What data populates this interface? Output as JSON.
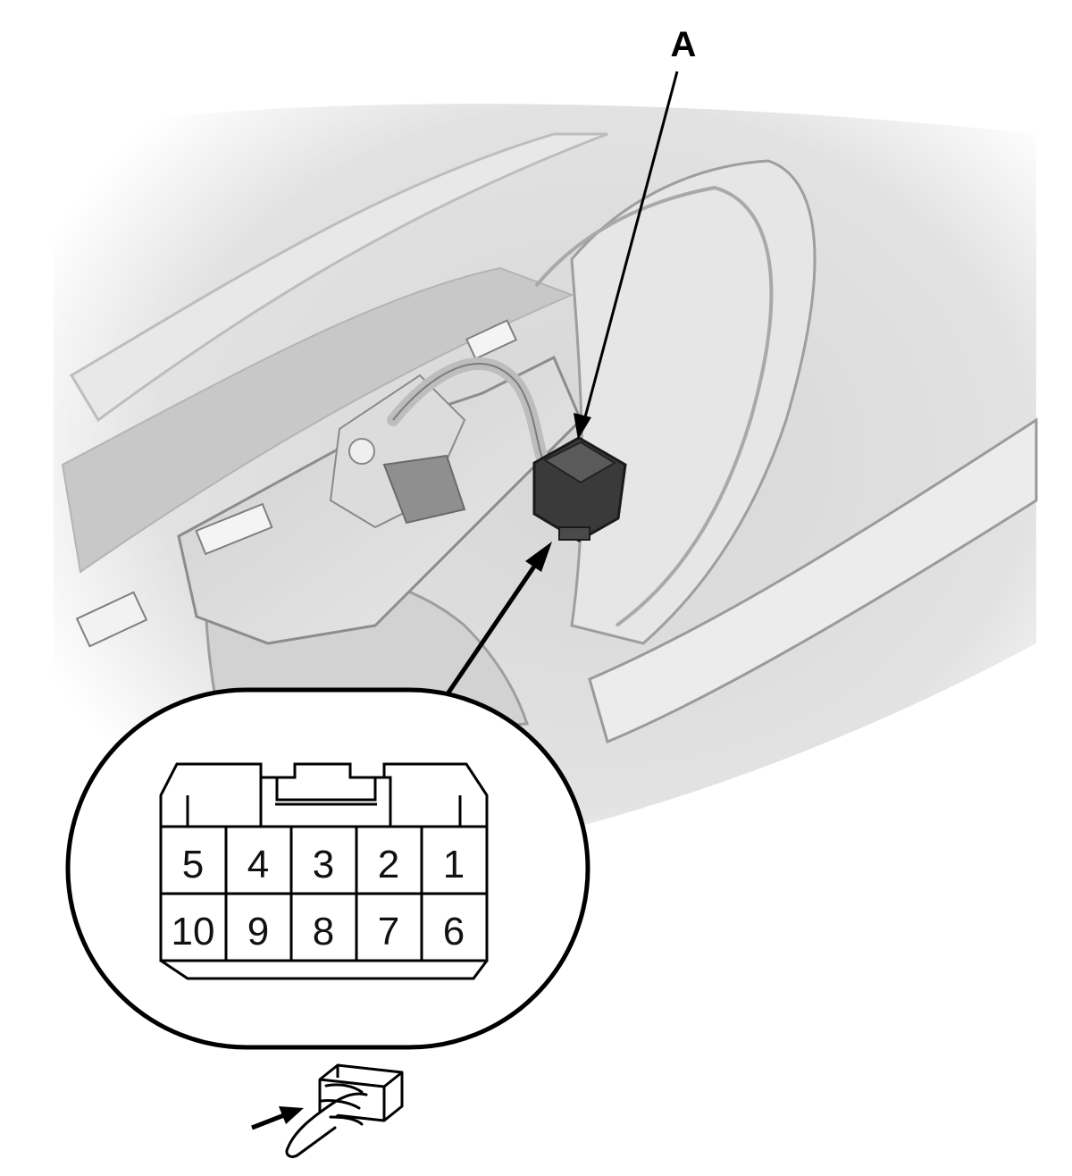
{
  "callout": {
    "label": "A"
  },
  "connector": {
    "pins_top": [
      "5",
      "4",
      "3",
      "2",
      "1"
    ],
    "pins_bottom": [
      "10",
      "9",
      "8",
      "7",
      "6"
    ]
  },
  "legend_icon": "terminal-side-view-icon",
  "colors": {
    "line": "#000000",
    "scene_shade": "#d9d9d9",
    "connector_body": "#3a3a3a",
    "background": "#ffffff"
  }
}
